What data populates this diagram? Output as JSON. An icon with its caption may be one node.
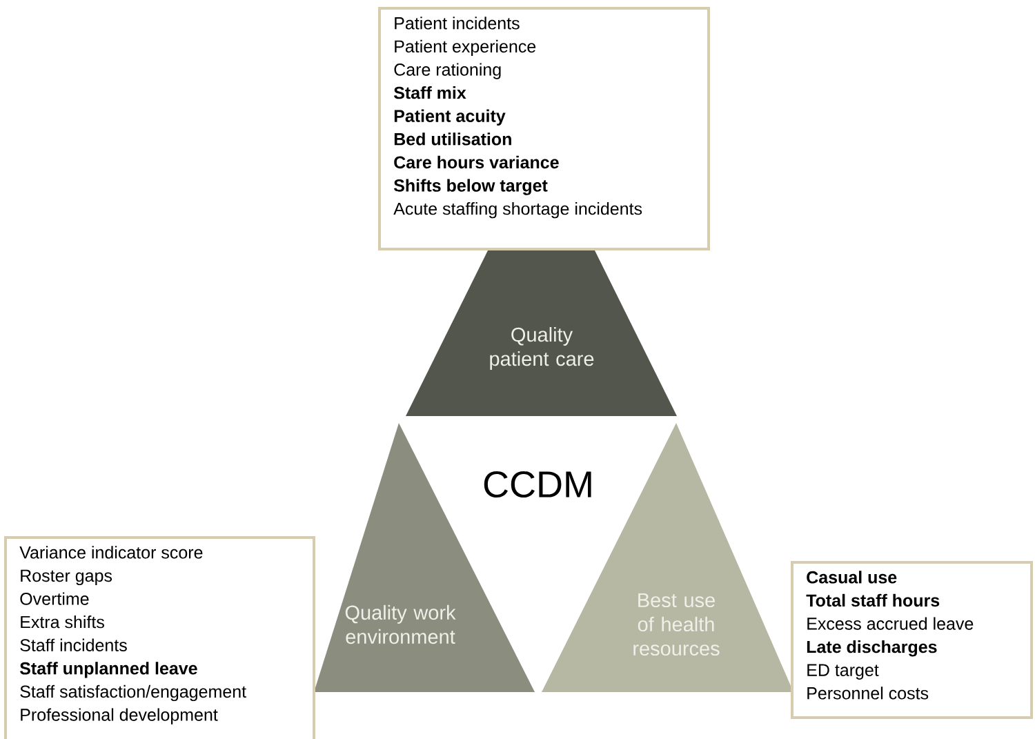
{
  "diagram": {
    "nodes": [
      {
        "text": [
          "Patient incidents",
          "Patient experience",
          "Care rationing",
          "**Staff mix**",
          "**Patient acuity**",
          "**Bed utilisation**",
          "**Care hours variance**",
          "**Shifts below target**",
          "Acute staffing shortage incidents"
        ]
      },
      {
        "text": [
          "Quality patient care"
        ]
      },
      {
        "text": [
          "Quality work environment"
        ]
      },
      {
        "text": [
          "Best use of health resources"
        ]
      },
      {
        "text": [
          "Variance indicator score",
          "Roster gaps",
          "Overtime",
          "Extra shifts",
          "Staff incidents",
          "**Staff unplanned leave**",
          "Staff satisfaction/engagement",
          "Professional development"
        ]
      },
      {
        "text": [
          "**Casual use**",
          "**Total staff hours**",
          "Excess accrued leave",
          "**Late discharges**",
          "ED target",
          "Personnel costs"
        ]
      }
    ],
    "labels": [
      "CCDM"
    ]
  }
}
